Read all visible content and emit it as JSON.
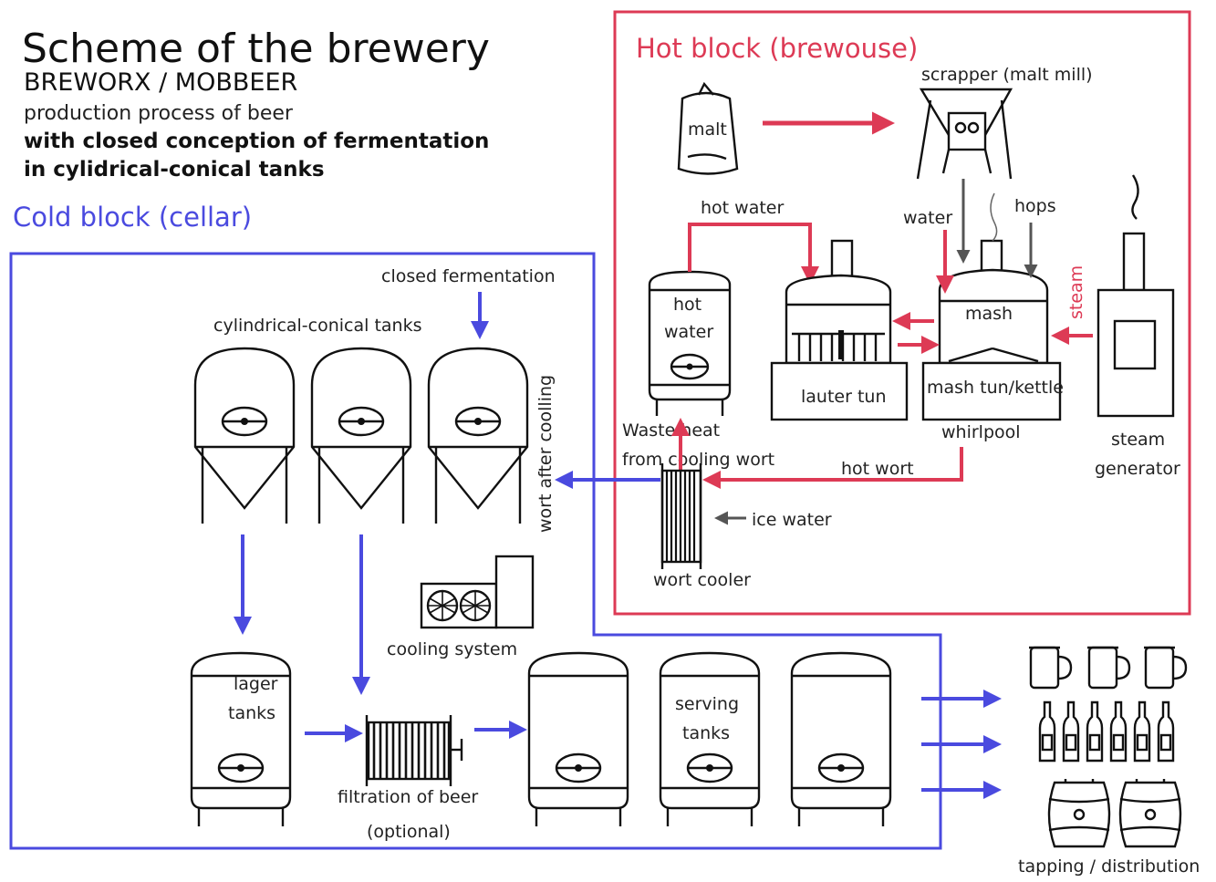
{
  "header": {
    "title": "Scheme of the brewery",
    "subtitle": "BREWORX / MOBBEER",
    "line1": "production process of beer",
    "line2": "with closed conception of fermentation",
    "line3": "in cylidrical-conical tanks"
  },
  "blocks": {
    "cold": "Cold block (cellar)",
    "hot": "Hot block (brewouse)"
  },
  "labels": {
    "malt": "malt",
    "scrapper": "scrapper (malt mill)",
    "hot_water_pipe": "hot water",
    "water": "water",
    "hops": "hops",
    "steam": "steam",
    "hot_water_tank_1": "hot",
    "hot_water_tank_2": "water",
    "lauter_tun": "lauter tun",
    "mash": "mash",
    "mash_tun": "mash tun/kettle",
    "whirlpool": "whirlpool",
    "steam_gen_1": "steam",
    "steam_gen_2": "generator",
    "waste_heat_1": "Waste heat",
    "waste_heat_2": "from cooling wort",
    "hot_wort": "hot wort",
    "ice_water": "ice water",
    "wort_cooler": "wort cooler",
    "closed_fermentation": "closed fermentation",
    "cc_tanks": "cylindrical-conical tanks",
    "wort_after_cooling": "wort after coolling",
    "cooling_system": "cooling system",
    "lager_1": "lager",
    "lager_2": "tanks",
    "filtration": "filtration of beer",
    "optional": "(optional)",
    "serving_1": "serving",
    "serving_2": "tanks",
    "tapping": "tapping / distribution"
  },
  "colors": {
    "cold": "#4a4adf",
    "hot": "#dd3a55",
    "arrow_gray": "#555555",
    "ink": "#111111"
  }
}
